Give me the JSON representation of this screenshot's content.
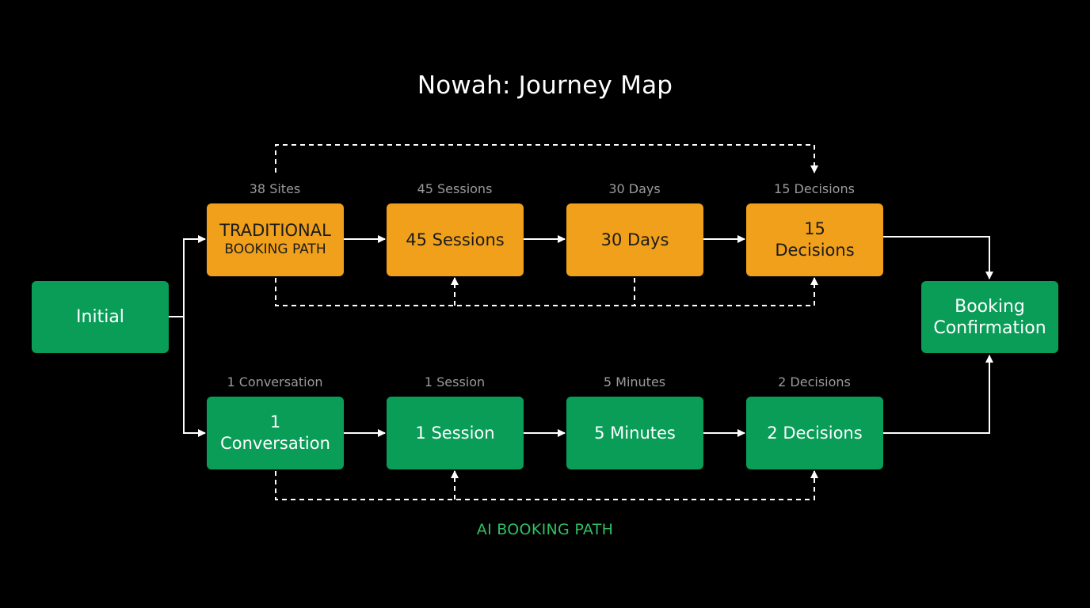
{
  "title": "Nowah: Journey Map",
  "nodes": {
    "initial": {
      "text": "Initial"
    },
    "confirmation": {
      "line1": "Booking",
      "line2": "Confirmation"
    },
    "traditional": {
      "start": {
        "line1": "TRADITIONAL",
        "line2": "BOOKING PATH"
      },
      "sessions": "45 Sessions",
      "days": "30 Days",
      "decisions": {
        "line1": "15",
        "line2": "Decisions"
      }
    },
    "ai": {
      "start": {
        "line1": "1",
        "line2": "Conversation"
      },
      "session": "1 Session",
      "minutes": "5 Minutes",
      "decisions": "2 Decisions"
    }
  },
  "labels": {
    "traditional": [
      "38 Sites",
      "45 Sessions",
      "30 Days",
      "15 Decisions"
    ],
    "ai": [
      "1 Conversation",
      "1 Session",
      "5 Minutes",
      "2 Decisions"
    ]
  },
  "ai_path_label": "AI BOOKING PATH",
  "colors": {
    "background": "#000000",
    "traditional_box": "#f0a01a",
    "ai_box": "#0a9d58",
    "connector": "#ffffff",
    "label_gray": "#9b9b9b",
    "ai_label_green": "#2fbf64"
  }
}
